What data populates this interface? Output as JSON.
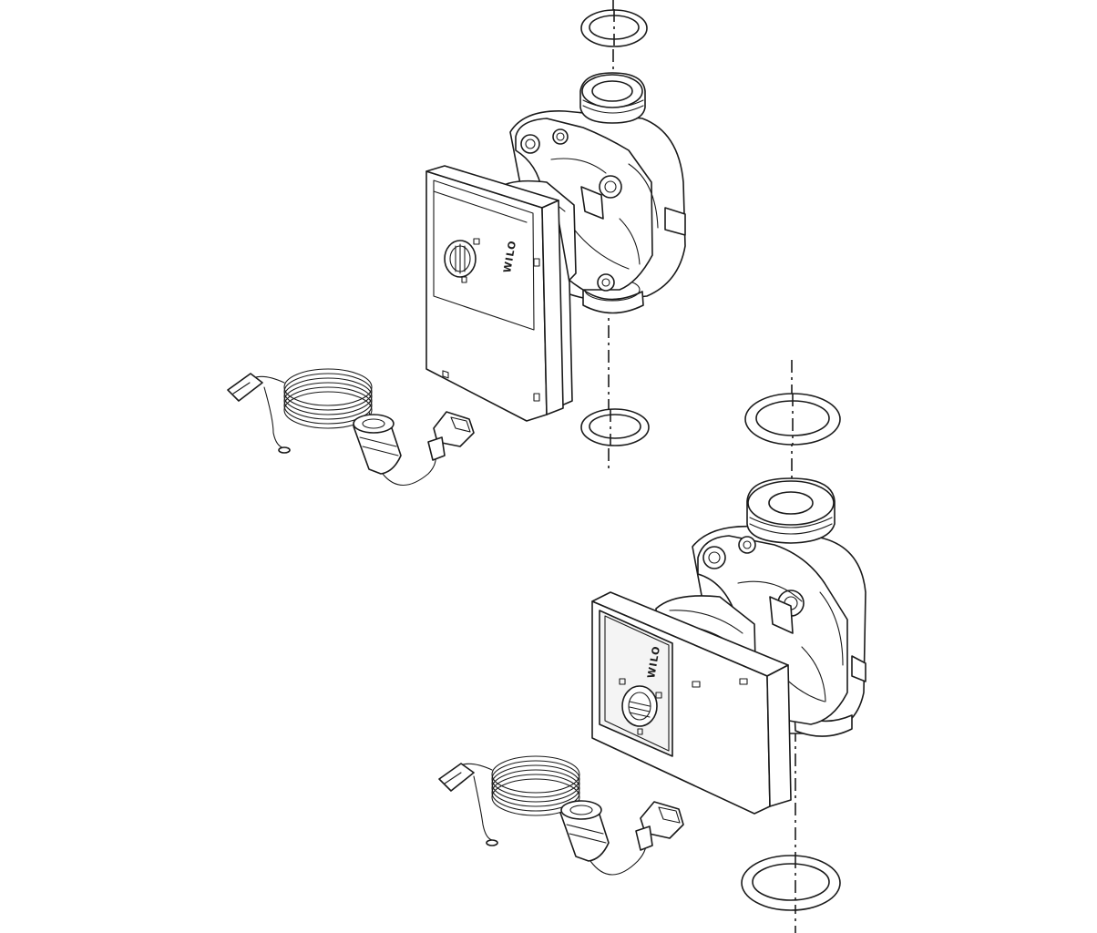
{
  "diagram": {
    "brand_top": "WILO",
    "brand_bottom": "WILO",
    "line_color": "#1a1a1a",
    "background": "#ffffff",
    "components": [
      "gasket-ring-icon",
      "pump-housing-icon",
      "control-module-icon",
      "signal-cable-icon",
      "cable-gland-icon",
      "connector-plug-icon",
      "dash-dot-axis"
    ]
  }
}
